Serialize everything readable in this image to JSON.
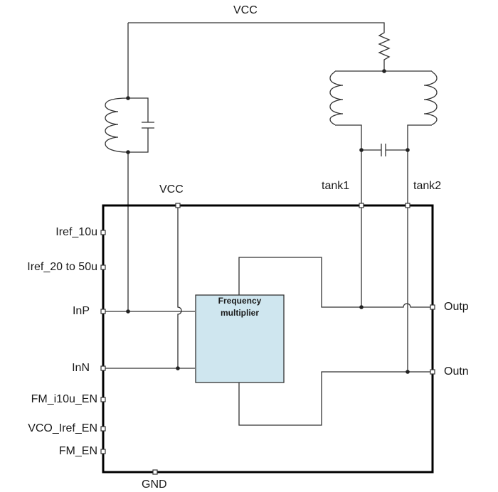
{
  "labels": {
    "vcc_top": "VCC",
    "vcc_box": "VCC",
    "tank1": "tank1",
    "tank2": "tank2",
    "gnd": "GND"
  },
  "pins_left": [
    "Iref_10u",
    "Iref_20 to 50u",
    "InP",
    "InN",
    "FM_i10u_EN",
    "VCO_Iref_EN",
    "FM_EN"
  ],
  "pins_right": [
    "Outp",
    "Outn"
  ],
  "block": {
    "label": "Frequency\nmultiplier",
    "fill": "#cfe6ef"
  },
  "colors": {
    "wire": "#333333",
    "box_border": "#000000"
  }
}
